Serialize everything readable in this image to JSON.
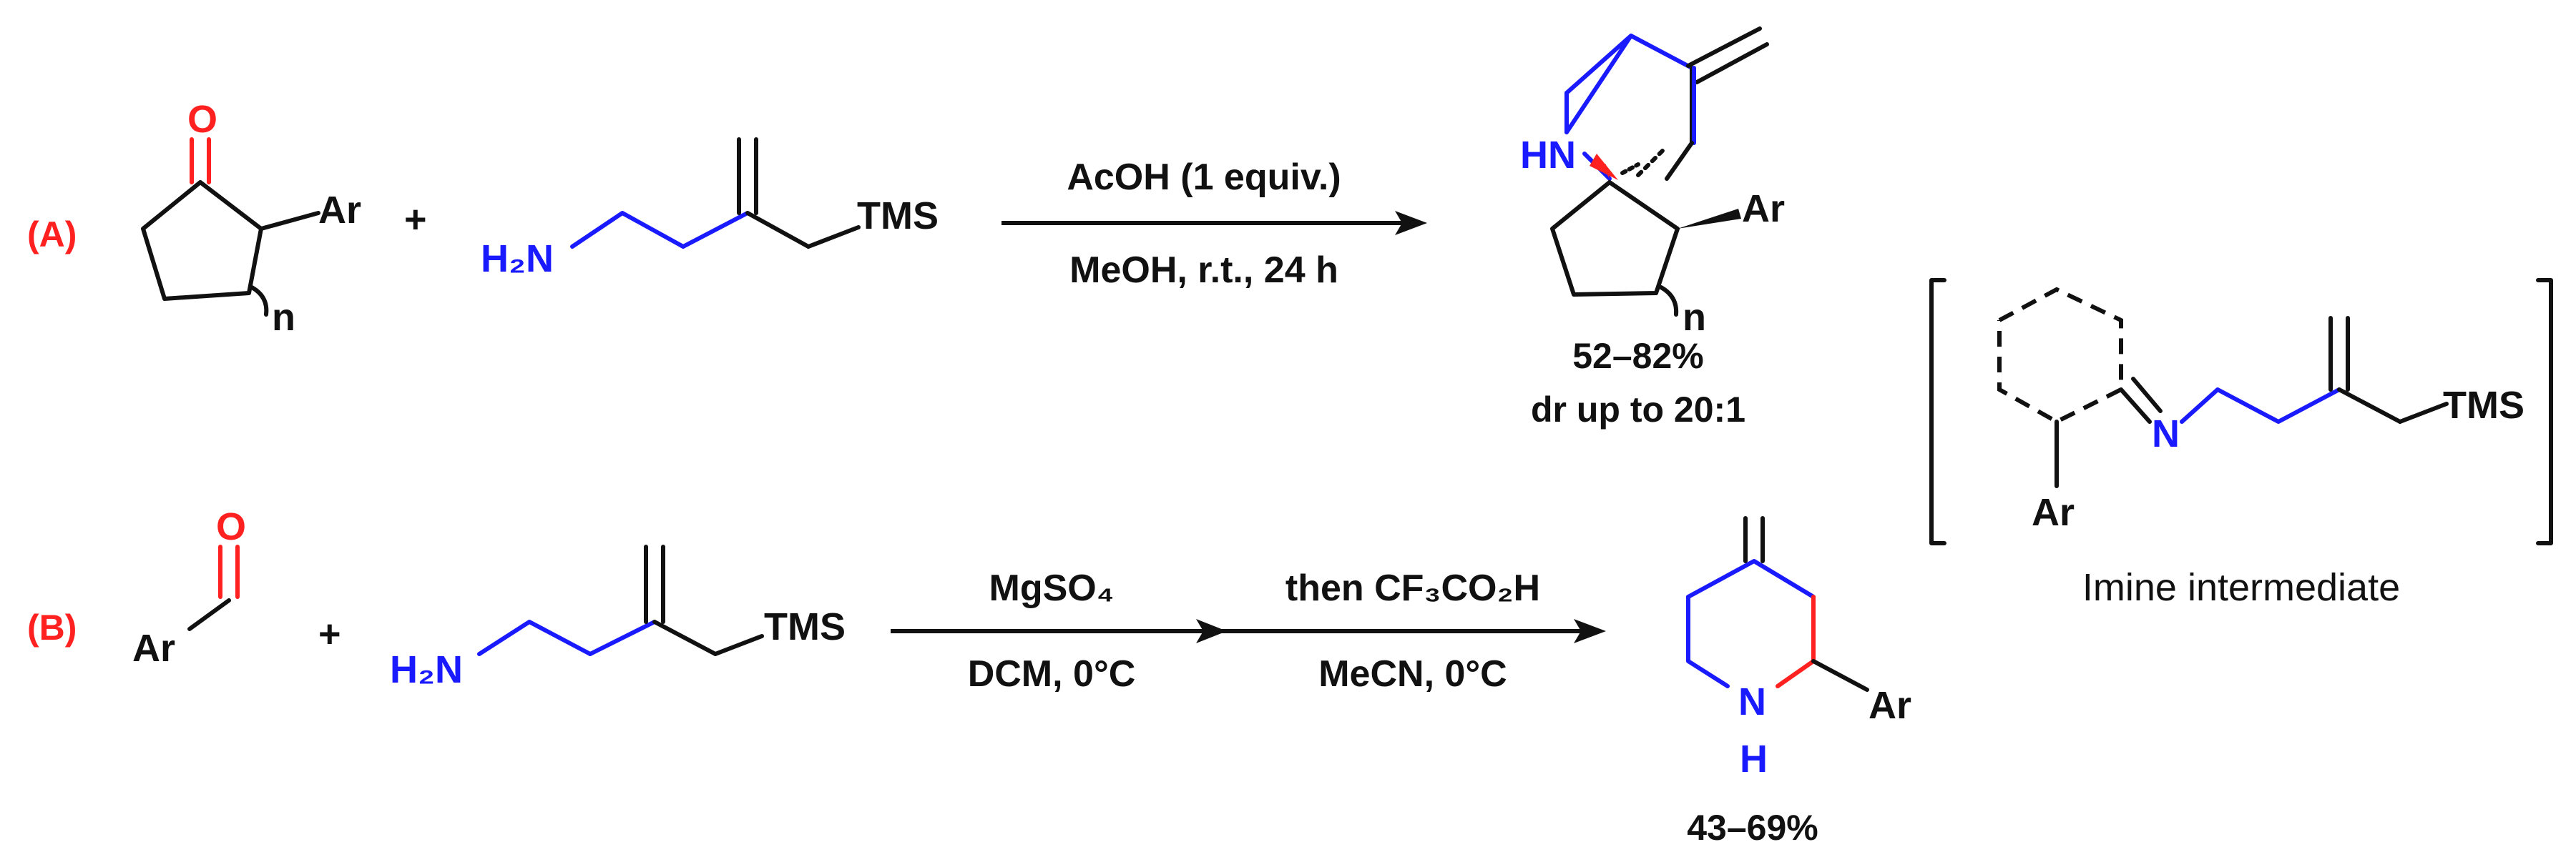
{
  "scheme_a": {
    "label": "(A)",
    "ketone": {
      "oxygen": "O",
      "substituent": "Ar",
      "ring_index": "n"
    },
    "plus": "+",
    "amine": {
      "amine_group": "H₂N",
      "silyl": "TMS"
    },
    "reagent_top": "AcOH (1 equiv.)",
    "reagent_bottom": "MeOH, r.t., 24 h",
    "product": {
      "nh": "HN",
      "substituent": "Ar",
      "ring_index": "n",
      "yield": "52–82%",
      "dr": "dr up to 20:1"
    }
  },
  "scheme_b": {
    "label": "(B)",
    "aldehyde": {
      "oxygen": "O",
      "substituent": "Ar"
    },
    "plus": "+",
    "amine": {
      "amine_group": "H₂N",
      "silyl": "TMS"
    },
    "step1_top": "MgSO₄",
    "step1_bottom": "DCM, 0°C",
    "step2_top": "then CF₃CO₂H",
    "step2_bottom": "MeCN, 0°C",
    "product": {
      "n": "N",
      "h": "H",
      "substituent": "Ar",
      "yield": "43–69%"
    }
  },
  "imine": {
    "n": "N",
    "silyl": "TMS",
    "substituent": "Ar",
    "caption": "Imine intermediate"
  }
}
